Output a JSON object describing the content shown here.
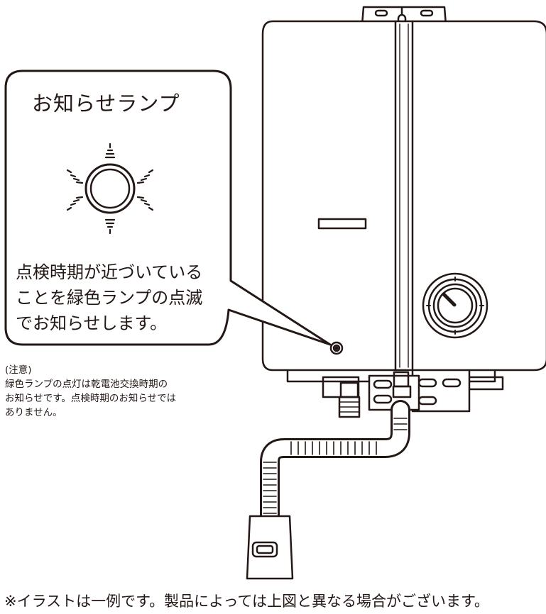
{
  "callout": {
    "title": "お知らせランプ",
    "lines": [
      "点検時期が近づいている",
      "ことを緑色ランプの点滅",
      "でお知らせします。"
    ]
  },
  "note": {
    "heading": "(注意)",
    "lines": [
      "緑色ランプの点灯は乾電池交換時期の",
      "お知らせです。点検時期のお知らせでは",
      "ありません。"
    ]
  },
  "footer": "※イラストは一例です。製品によっては上図と異なる場合がございます。",
  "colors": {
    "ink": "#231815",
    "background": "#ffffff"
  }
}
